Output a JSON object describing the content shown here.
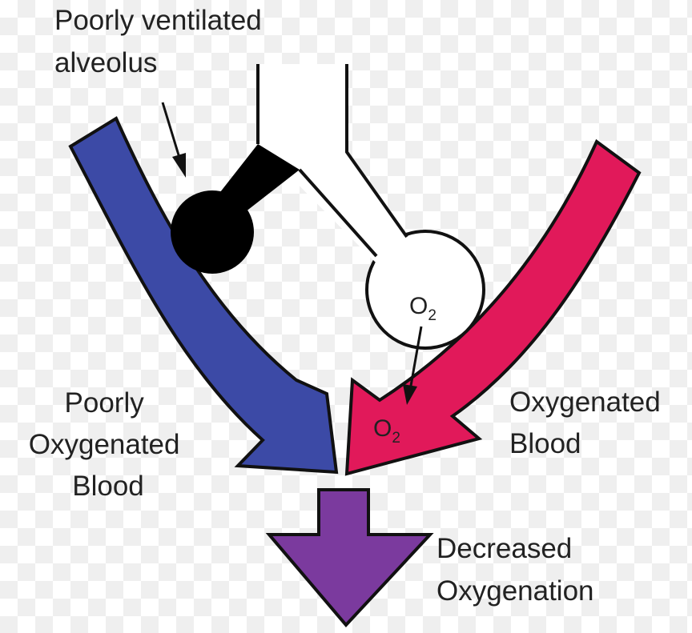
{
  "labels": {
    "poorly_ventilated": [
      "Poorly ventilated",
      "alveolus"
    ],
    "poorly_oxygenated": [
      "Poorly",
      "Oxygenated",
      "Blood"
    ],
    "oxygenated": [
      "Oxygenated",
      "Blood"
    ],
    "decreased": [
      "Decreased",
      "Oxygenation"
    ],
    "o2_symbol": "O",
    "o2_subscript": "2"
  },
  "colors": {
    "deoxygenated_blood": "#3c4aa6",
    "oxygenated_blood": "#e1195a",
    "mixed_blood": "#7b3a9e",
    "collapsed_alveolus": "#000000",
    "healthy_alveolus": "#ffffff",
    "outline": "#111111"
  }
}
